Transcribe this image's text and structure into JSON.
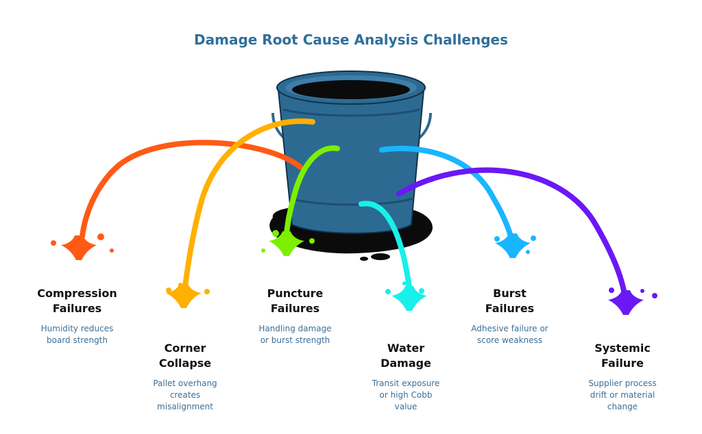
{
  "title": "Damage Root Cause Analysis Challenges",
  "colors": {
    "title": "#2f6f9a",
    "bucket": "#2c6a92",
    "bucket_dark": "#1d4f72",
    "puddle": "#0b0b0b",
    "description": "#3d6f96"
  },
  "causes": [
    {
      "id": "compression",
      "heading": "Compression\nFailures",
      "description": "Humidity reduces\nboard strength",
      "color": "#ff5a14"
    },
    {
      "id": "corner",
      "heading": "Corner\nCollapse",
      "description": "Pallet overhang\ncreates\nmisalignment",
      "color": "#ffb000"
    },
    {
      "id": "puncture",
      "heading": "Puncture\nFailures",
      "description": "Handling damage\nor burst strength",
      "color": "#7cf000"
    },
    {
      "id": "water",
      "heading": "Water\nDamage",
      "description": "Transit exposure\nor high Cobb\nvalue",
      "color": "#18f0ea"
    },
    {
      "id": "burst",
      "heading": "Burst\nFailures",
      "description": "Adhesive failure or\nscore weakness",
      "color": "#19b6ff"
    },
    {
      "id": "systemic",
      "heading": "Systemic\nFailure",
      "description": "Supplier process\ndrift or material\nchange",
      "color": "#6a18f5"
    }
  ]
}
